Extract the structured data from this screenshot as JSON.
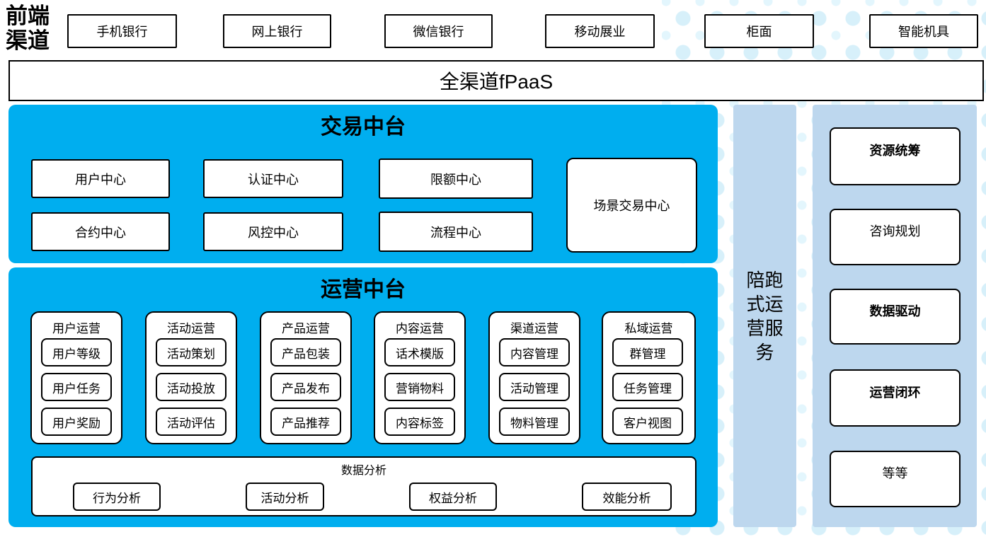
{
  "colors": {
    "platform_blue": "#00AEEF",
    "panel_light_blue": "#BDD7EE",
    "dot_blue": "#D7F0FA",
    "dot_blue_light": "#E3F6FD",
    "box_border": "#000000"
  },
  "front_channels": {
    "label": "前端渠道",
    "items": [
      "手机银行",
      "网上银行",
      "微信银行",
      "移动展业",
      "柜面",
      "智能机具"
    ]
  },
  "fpaas": {
    "label": "全渠道fPaaS"
  },
  "trade_platform": {
    "title": "交易中台",
    "centers": [
      "用户中心",
      "认证中心",
      "限额中心",
      "合约中心",
      "风控中心",
      "流程中心"
    ],
    "scene_center": "场景交易中心"
  },
  "operation_platform": {
    "title": "运营中台",
    "columns": [
      {
        "title": "用户运营",
        "items": [
          "用户等级",
          "用户任务",
          "用户奖励"
        ]
      },
      {
        "title": "活动运营",
        "items": [
          "活动策划",
          "活动投放",
          "活动评估"
        ]
      },
      {
        "title": "产品运营",
        "items": [
          "产品包装",
          "产品发布",
          "产品推荐"
        ]
      },
      {
        "title": "内容运营",
        "items": [
          "话术模版",
          "营销物料",
          "内容标签"
        ]
      },
      {
        "title": "渠道运营",
        "items": [
          "内容管理",
          "活动管理",
          "物料管理"
        ]
      },
      {
        "title": "私域运营",
        "items": [
          "群管理",
          "任务管理",
          "客户视图"
        ]
      }
    ],
    "data_analysis": {
      "title": "数据分析",
      "items": [
        "行为分析",
        "活动分析",
        "权益分析",
        "效能分析"
      ]
    }
  },
  "companion_service": {
    "label": "陪跑式运营服务"
  },
  "service_items": [
    {
      "label": "资源统筹",
      "bold": true
    },
    {
      "label": "咨询规划",
      "bold": false
    },
    {
      "label": "数据驱动",
      "bold": true
    },
    {
      "label": "运营闭环",
      "bold": true
    },
    {
      "label": "等等",
      "bold": false
    }
  ]
}
